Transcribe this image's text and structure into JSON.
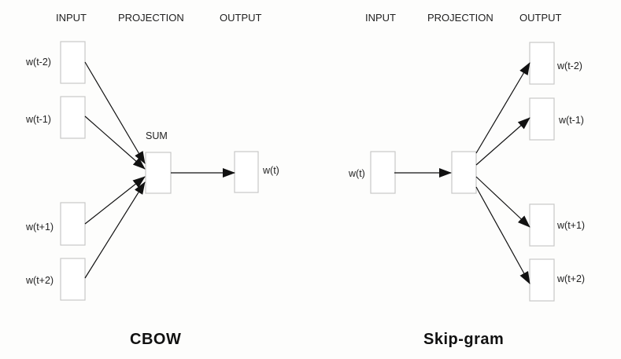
{
  "cbow": {
    "title": "CBOW",
    "headers": {
      "input": "INPUT",
      "projection": "PROJECTION",
      "output": "OUTPUT"
    },
    "inputs": [
      "w(t-2)",
      "w(t-1)",
      "w(t+1)",
      "w(t+2)"
    ],
    "projection_label": "SUM",
    "output": "w(t)"
  },
  "skipgram": {
    "title": "Skip-gram",
    "headers": {
      "input": "INPUT",
      "projection": "PROJECTION",
      "output": "OUTPUT"
    },
    "input": "w(t)",
    "outputs": [
      "w(t-2)",
      "w(t-1)",
      "w(t+1)",
      "w(t+2)"
    ]
  },
  "colors": {
    "edge": "#111111",
    "box_border": "#c8c8c8",
    "text": "#222222"
  }
}
